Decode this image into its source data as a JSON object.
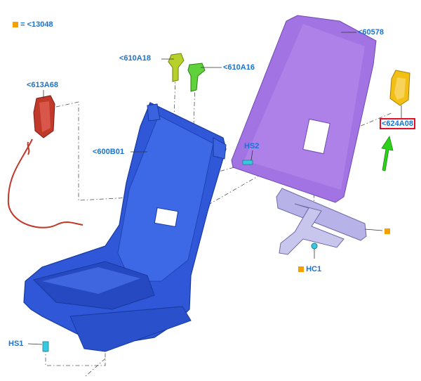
{
  "legend": {
    "equals": "=",
    "code": "<13048",
    "marker_color": "#f5a000"
  },
  "labels": {
    "bracket": "<60578",
    "guide_left": "<610A18",
    "guide_right": "<610A16",
    "motor": "<613A68",
    "frame": "<600B01",
    "bolt_hs2": "HS2",
    "bolt_hs1": "HS1",
    "clip": "HC1",
    "highlighted": "<624A08"
  },
  "colors": {
    "label_text": "#1673d8",
    "frame_blue": "#2f57d8",
    "panel_purple": "#a274e3",
    "bracket_lavender": "#b7b3e8",
    "motor_red": "#c0392b",
    "guide_yellow": "#b7d12a",
    "guide_green": "#5fd13a",
    "latch_yellow": "#f2c014",
    "clip_cyan": "#36c9e0",
    "arrow_green": "#2ed11a",
    "highlight_red": "#e0102b"
  }
}
